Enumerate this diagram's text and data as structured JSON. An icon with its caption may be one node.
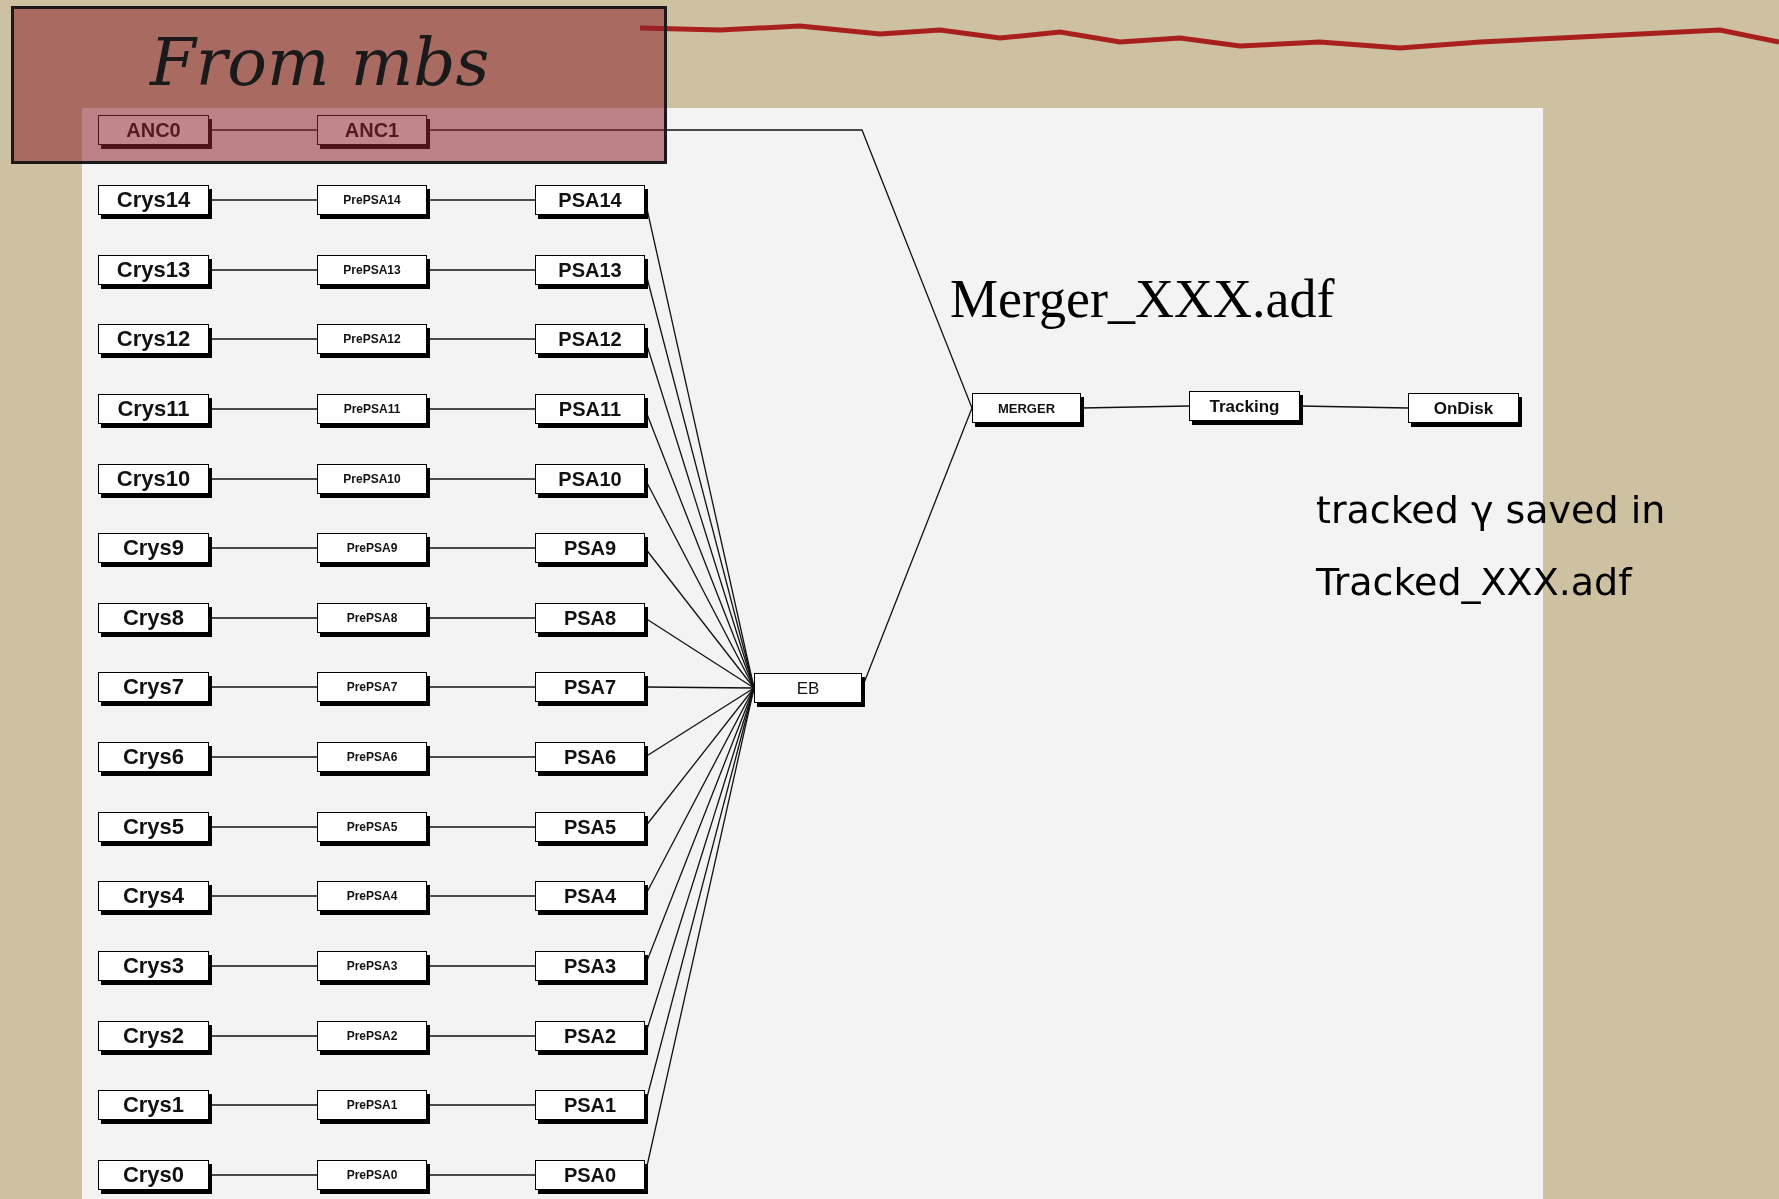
{
  "diagram": {
    "title": "From mbs",
    "nodes": [
      {
        "text": [
          "ANC0"
        ]
      },
      {
        "text": [
          "ANC1"
        ]
      },
      {
        "text": [
          "Crys14"
        ]
      },
      {
        "text": [
          "PrePSA14"
        ]
      },
      {
        "text": [
          "PSA14"
        ]
      },
      {
        "text": [
          "Crys13"
        ]
      },
      {
        "text": [
          "PrePSA13"
        ]
      },
      {
        "text": [
          "PSA13"
        ]
      },
      {
        "text": [
          "Crys12"
        ]
      },
      {
        "text": [
          "PrePSA12"
        ]
      },
      {
        "text": [
          "PSA12"
        ]
      },
      {
        "text": [
          "Crys11"
        ]
      },
      {
        "text": [
          "PrePSA11"
        ]
      },
      {
        "text": [
          "PSA11"
        ]
      },
      {
        "text": [
          "Crys10"
        ]
      },
      {
        "text": [
          "PrePSA10"
        ]
      },
      {
        "text": [
          "PSA10"
        ]
      },
      {
        "text": [
          "Crys9"
        ]
      },
      {
        "text": [
          "PrePSA9"
        ]
      },
      {
        "text": [
          "PSA9"
        ]
      },
      {
        "text": [
          "Crys8"
        ]
      },
      {
        "text": [
          "PrePSA8"
        ]
      },
      {
        "text": [
          "PSA8"
        ]
      },
      {
        "text": [
          "Crys7"
        ]
      },
      {
        "text": [
          "PrePSA7"
        ]
      },
      {
        "text": [
          "PSA7"
        ]
      },
      {
        "text": [
          "Crys6"
        ]
      },
      {
        "text": [
          "PrePSA6"
        ]
      },
      {
        "text": [
          "PSA6"
        ]
      },
      {
        "text": [
          "Crys5"
        ]
      },
      {
        "text": [
          "PrePSA5"
        ]
      },
      {
        "text": [
          "PSA5"
        ]
      },
      {
        "text": [
          "Crys4"
        ]
      },
      {
        "text": [
          "PrePSA4"
        ]
      },
      {
        "text": [
          "PSA4"
        ]
      },
      {
        "text": [
          "Crys3"
        ]
      },
      {
        "text": [
          "PrePSA3"
        ]
      },
      {
        "text": [
          "PSA3"
        ]
      },
      {
        "text": [
          "Crys2"
        ]
      },
      {
        "text": [
          "PrePSA2"
        ]
      },
      {
        "text": [
          "PSA2"
        ]
      },
      {
        "text": [
          "Crys1"
        ]
      },
      {
        "text": [
          "PrePSA1"
        ]
      },
      {
        "text": [
          "PSA1"
        ]
      },
      {
        "text": [
          "Crys0"
        ]
      },
      {
        "text": [
          "PrePSA0"
        ]
      },
      {
        "text": [
          "PSA0"
        ]
      },
      {
        "text": [
          "EB"
        ]
      },
      {
        "text": [
          "MERGER"
        ]
      },
      {
        "text": [
          "Tracking"
        ]
      },
      {
        "text": [
          "OnDisk"
        ]
      }
    ],
    "edges": [
      {
        "from": 0,
        "to": 1,
        "arrow": "none"
      },
      {
        "from": 1,
        "to": 48,
        "arrow": "none"
      },
      {
        "from": 2,
        "to": 3,
        "arrow": "none"
      },
      {
        "from": 3,
        "to": 4,
        "arrow": "none"
      },
      {
        "from": 4,
        "to": 47,
        "arrow": "none"
      },
      {
        "from": 5,
        "to": 6,
        "arrow": "none"
      },
      {
        "from": 6,
        "to": 7,
        "arrow": "none"
      },
      {
        "from": 7,
        "to": 47,
        "arrow": "none"
      },
      {
        "from": 8,
        "to": 9,
        "arrow": "none"
      },
      {
        "from": 9,
        "to": 10,
        "arrow": "none"
      },
      {
        "from": 10,
        "to": 47,
        "arrow": "none"
      },
      {
        "from": 11,
        "to": 12,
        "arrow": "none"
      },
      {
        "from": 12,
        "to": 13,
        "arrow": "none"
      },
      {
        "from": 13,
        "to": 47,
        "arrow": "none"
      },
      {
        "from": 14,
        "to": 15,
        "arrow": "none"
      },
      {
        "from": 15,
        "to": 16,
        "arrow": "none"
      },
      {
        "from": 16,
        "to": 47,
        "arrow": "none"
      },
      {
        "from": 17,
        "to": 18,
        "arrow": "none"
      },
      {
        "from": 18,
        "to": 19,
        "arrow": "none"
      },
      {
        "from": 19,
        "to": 47,
        "arrow": "none"
      },
      {
        "from": 20,
        "to": 21,
        "arrow": "none"
      },
      {
        "from": 21,
        "to": 22,
        "arrow": "none"
      },
      {
        "from": 22,
        "to": 47,
        "arrow": "none"
      },
      {
        "from": 23,
        "to": 24,
        "arrow": "none"
      },
      {
        "from": 24,
        "to": 25,
        "arrow": "none"
      },
      {
        "from": 25,
        "to": 47,
        "arrow": "none"
      },
      {
        "from": 26,
        "to": 27,
        "arrow": "none"
      },
      {
        "from": 27,
        "to": 28,
        "arrow": "none"
      },
      {
        "from": 28,
        "to": 47,
        "arrow": "none"
      },
      {
        "from": 29,
        "to": 30,
        "arrow": "none"
      },
      {
        "from": 30,
        "to": 31,
        "arrow": "none"
      },
      {
        "from": 31,
        "to": 47,
        "arrow": "none"
      },
      {
        "from": 32,
        "to": 33,
        "arrow": "none"
      },
      {
        "from": 33,
        "to": 34,
        "arrow": "none"
      },
      {
        "from": 34,
        "to": 47,
        "arrow": "none"
      },
      {
        "from": 35,
        "to": 36,
        "arrow": "none"
      },
      {
        "from": 36,
        "to": 37,
        "arrow": "none"
      },
      {
        "from": 37,
        "to": 47,
        "arrow": "none"
      },
      {
        "from": 38,
        "to": 39,
        "arrow": "none"
      },
      {
        "from": 39,
        "to": 40,
        "arrow": "none"
      },
      {
        "from": 40,
        "to": 47,
        "arrow": "none"
      },
      {
        "from": 41,
        "to": 42,
        "arrow": "none"
      },
      {
        "from": 42,
        "to": 43,
        "arrow": "none"
      },
      {
        "from": 43,
        "to": 47,
        "arrow": "none"
      },
      {
        "from": 44,
        "to": 45,
        "arrow": "none"
      },
      {
        "from": 45,
        "to": 46,
        "arrow": "none"
      },
      {
        "from": 46,
        "to": 47,
        "arrow": "none"
      },
      {
        "from": 47,
        "to": 48,
        "arrow": "none"
      },
      {
        "from": 48,
        "to": 49,
        "arrow": "none"
      },
      {
        "from": 49,
        "to": 50,
        "arrow": "none"
      }
    ],
    "labels": [
      "Merger_XXX.adf",
      "tracked γ saved in Tracked_XXX.adf"
    ]
  }
}
